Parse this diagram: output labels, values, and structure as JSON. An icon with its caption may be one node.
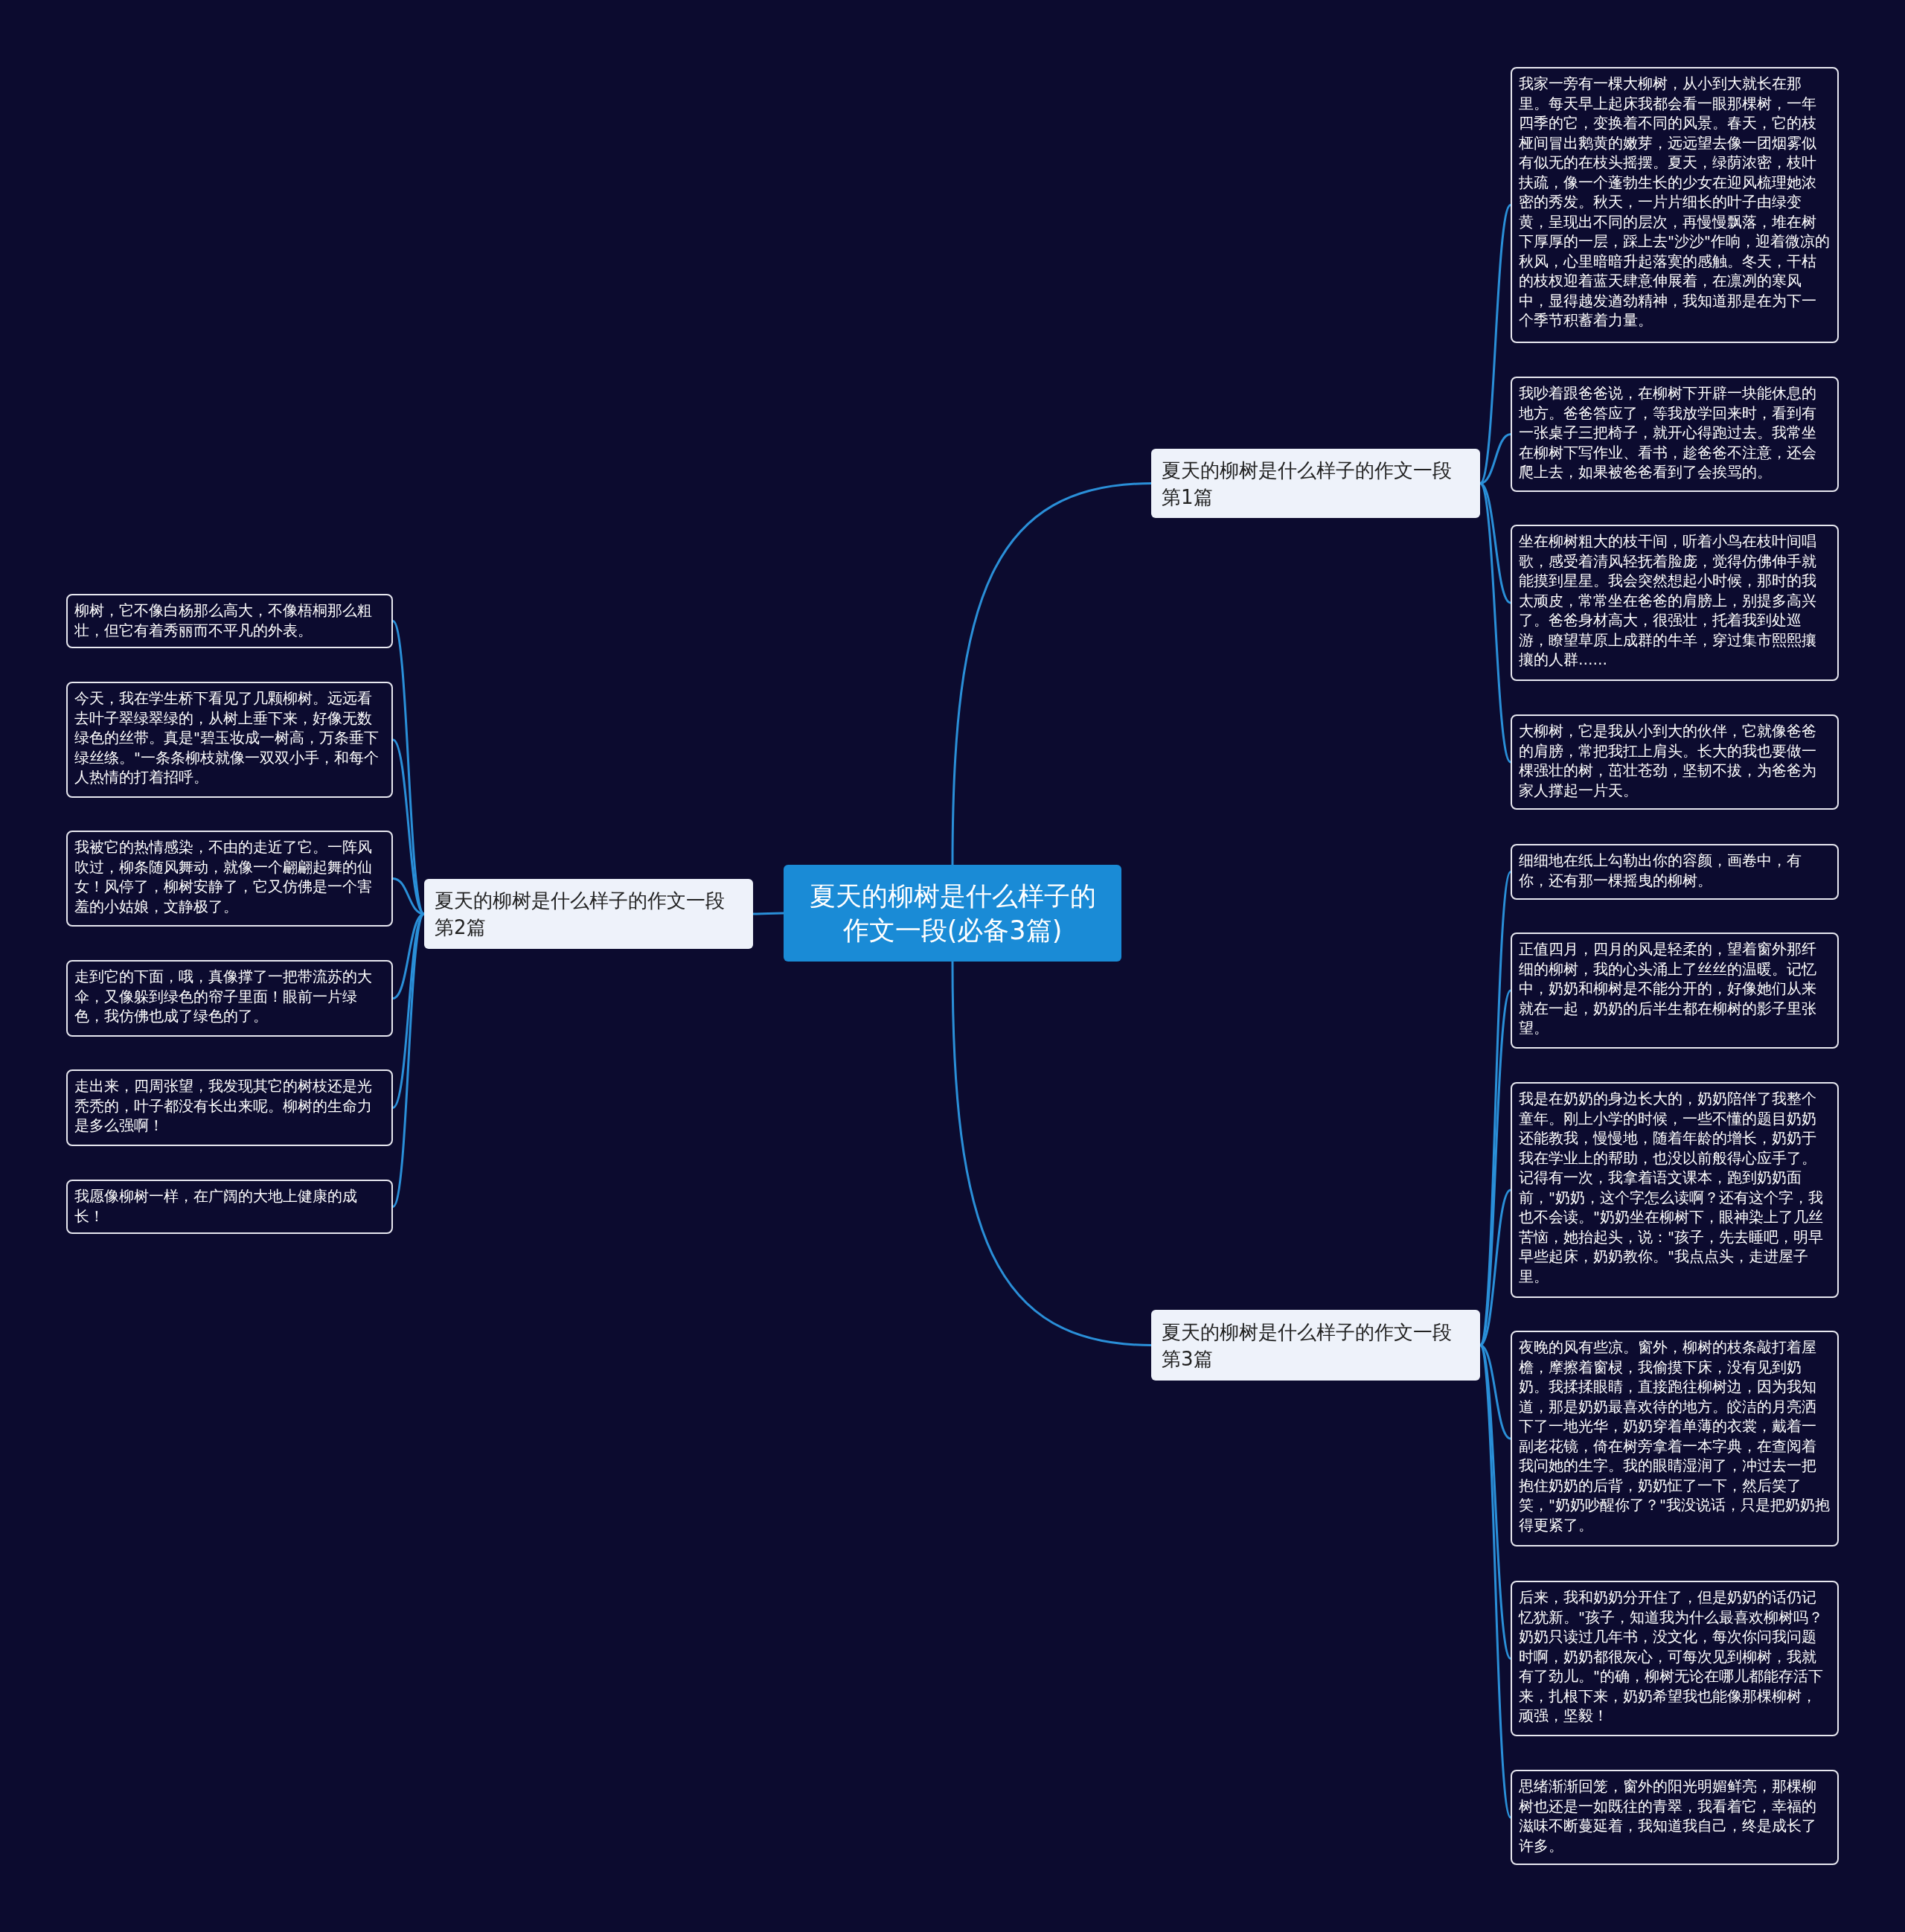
{
  "diagram": {
    "nodes": [
      {
        "text": [
          "夏天的柳树是什么样子的作文一段(必备3篇)"
        ]
      },
      {
        "text": [
          "夏天的柳树是什么样子的作文一段第1篇"
        ]
      },
      {
        "text": [
          "我家一旁有一棵大柳树，从小到大就长在那里。每天早上起床我都会看一眼那棵树，一年四季的它，变换着不同的风景。春天，它的枝桠间冒出鹅黄的嫩芽，远远望去像一团烟雾似有似无的在枝头摇摆。夏天，绿荫浓密，枝叶扶疏，像一个蓬勃生长的少女在迎风梳理她浓密的秀发。秋天，一片片细长的叶子由绿变黄，呈现出不同的层次，再慢慢飘落，堆在树下厚厚的一层，踩上去\"沙沙\"作响，迎着微凉的秋风，心里暗暗升起落寞的感触。冬天，干枯的枝杈迎着蓝天肆意伸展着，在凛冽的寒风中，显得越发遒劲精神，我知道那是在为下一个季节积蓄着力量。"
        ]
      },
      {
        "text": [
          "我吵着跟爸爸说，在柳树下开辟一块能休息的地方。爸爸答应了，等我放学回来时，看到有一张桌子三把椅子，就开心得跑过去。我常坐在柳树下写作业、看书，趁爸爸不注意，还会爬上去，如果被爸爸看到了会挨骂的。"
        ]
      },
      {
        "text": [
          "坐在柳树粗大的枝干间，听着小鸟在枝叶间唱歌，感受着清风轻抚着脸庞，觉得仿佛伸手就能摸到星星。我会突然想起小时候，那时的我太顽皮，常常坐在爸爸的肩膀上，别提多高兴了。爸爸身材高大，很强壮，托着我到处巡游，瞭望草原上成群的牛羊，穿过集市熙熙攘攘的人群……"
        ]
      },
      {
        "text": [
          "大柳树，它是我从小到大的伙伴，它就像爸爸的肩膀，常把我扛上肩头。长大的我也要做一棵强壮的树，茁壮苍劲，坚韧不拔，为爸爸为家人撑起一片天。"
        ]
      },
      {
        "text": [
          "夏天的柳树是什么样子的作文一段第2篇"
        ]
      },
      {
        "text": [
          "柳树，它不像白杨那么高大，不像梧桐那么粗壮，但它有着秀丽而不平凡的外表。"
        ]
      },
      {
        "text": [
          "今天，我在学生桥下看见了几颗柳树。远远看去叶子翠绿翠绿的，从树上垂下来，好像无数绿色的丝带。真是\"碧玉妆成一树高，万条垂下绿丝绦。\"一条条柳枝就像一双双小手，和每个人热情的打着招呼。"
        ]
      },
      {
        "text": [
          "我被它的热情感染，不由的走近了它。一阵风吹过，柳条随风舞动，就像一个翩翩起舞的仙女！风停了，柳树安静了，它又仿佛是一个害羞的小姑娘，文静极了。"
        ]
      },
      {
        "text": [
          "走到它的下面，哦，真像撑了一把带流苏的大伞，又像躲到绿色的帘子里面！眼前一片绿色，我仿佛也成了绿色的了。"
        ]
      },
      {
        "text": [
          "走出来，四周张望，我发现其它的树枝还是光秃秃的，叶子都没有长出来呢。柳树的生命力是多么强啊！"
        ]
      },
      {
        "text": [
          "我愿像柳树一样，在广阔的大地上健康的成长！"
        ]
      },
      {
        "text": [
          "夏天的柳树是什么样子的作文一段第3篇"
        ]
      },
      {
        "text": [
          "细细地在纸上勾勒出你的容颜，画卷中，有你，还有那一棵摇曳的柳树。"
        ]
      },
      {
        "text": [
          "正值四月，四月的风是轻柔的，望着窗外那纤细的柳树，我的心头涌上了丝丝的温暖。记忆中，奶奶和柳树是不能分开的，好像她们从来就在一起，奶奶的后半生都在柳树的影子里张望。"
        ]
      },
      {
        "text": [
          "我是在奶奶的身边长大的，奶奶陪伴了我整个童年。刚上小学的时候，一些不懂的题目奶奶还能教我，慢慢地，随着年龄的增长，奶奶于我在学业上的帮助，也没以前般得心应手了。记得有一次，我拿着语文课本，跑到奶奶面前，\"奶奶，这个字怎么读啊？还有这个字，我也不会读。\"奶奶坐在柳树下，眼神染上了几丝苦恼，她抬起头，说：\"孩子，先去睡吧，明早早些起床，奶奶教你。\"我点点头，走进屋子里。"
        ]
      },
      {
        "text": [
          "夜晚的风有些凉。窗外，柳树的枝条敲打着屋檐，摩擦着窗棂，我偷摸下床，没有见到奶奶。我揉揉眼睛，直接跑往柳树边，因为我知道，那是奶奶最喜欢待的地方。皎洁的月亮洒下了一地光华，奶奶穿着单薄的衣裳，戴着一副老花镜，倚在树旁拿着一本字典，在查阅着我问她的生字。我的眼睛湿润了，冲过去一把抱住奶奶的后背，奶奶怔了一下，然后笑了笑，\"奶奶吵醒你了？\"我没说话，只是把奶奶抱得更紧了。"
        ]
      },
      {
        "text": [
          "后来，我和奶奶分开住了，但是奶奶的话仍记忆犹新。\"孩子，知道我为什么最喜欢柳树吗？奶奶只读过几年书，没文化，每次你问我问题时啊，奶奶都很灰心，可每次见到柳树，我就有了劲儿。\"的确，柳树无论在哪儿都能存活下来，扎根下来，奶奶希望我也能像那棵柳树，顽强，坚毅！"
        ]
      },
      {
        "text": [
          "思绪渐渐回笼，窗外的阳光明媚鲜亮，那棵柳树也还是一如既往的青翠，我看着它，幸福的滋味不断蔓延着，我知道我自己，终是成长了许多。"
        ]
      }
    ],
    "edges": [
      {
        "from": 0,
        "to": 1,
        "arrow": "none"
      },
      {
        "from": 1,
        "to": 2,
        "arrow": "none"
      },
      {
        "from": 1,
        "to": 3,
        "arrow": "none"
      },
      {
        "from": 1,
        "to": 4,
        "arrow": "none"
      },
      {
        "from": 1,
        "to": 5,
        "arrow": "none"
      },
      {
        "from": 0,
        "to": 6,
        "arrow": "none"
      },
      {
        "from": 6,
        "to": 7,
        "arrow": "none"
      },
      {
        "from": 6,
        "to": 8,
        "arrow": "none"
      },
      {
        "from": 6,
        "to": 9,
        "arrow": "none"
      },
      {
        "from": 6,
        "to": 10,
        "arrow": "none"
      },
      {
        "from": 6,
        "to": 11,
        "arrow": "none"
      },
      {
        "from": 6,
        "to": 12,
        "arrow": "none"
      },
      {
        "from": 0,
        "to": 13,
        "arrow": "none"
      },
      {
        "from": 13,
        "to": 14,
        "arrow": "none"
      },
      {
        "from": 13,
        "to": 15,
        "arrow": "none"
      },
      {
        "from": 13,
        "to": 16,
        "arrow": "none"
      },
      {
        "from": 13,
        "to": 17,
        "arrow": "none"
      },
      {
        "from": 13,
        "to": 18,
        "arrow": "none"
      },
      {
        "from": 13,
        "to": 19,
        "arrow": "none"
      }
    ]
  }
}
